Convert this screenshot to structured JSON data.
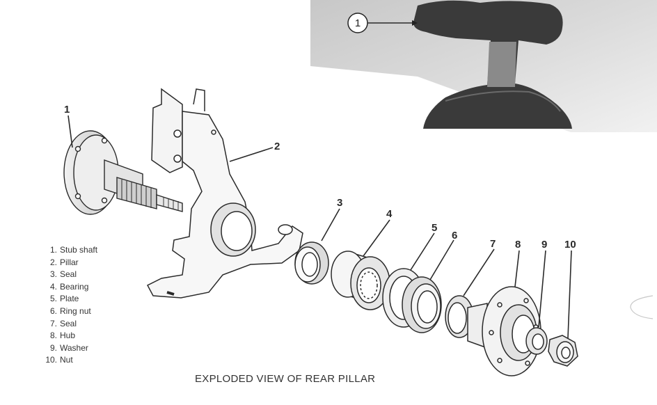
{
  "inset": {
    "callout": "1"
  },
  "callouts": [
    "1",
    "2",
    "3",
    "4",
    "5",
    "6",
    "7",
    "8",
    "9",
    "10"
  ],
  "legend": [
    {
      "num": "1.",
      "label": "Stub shaft"
    },
    {
      "num": "2.",
      "label": "Pillar"
    },
    {
      "num": "3.",
      "label": "Seal"
    },
    {
      "num": "4.",
      "label": "Bearing"
    },
    {
      "num": "5.",
      "label": "Plate"
    },
    {
      "num": "6.",
      "label": "Ring nut"
    },
    {
      "num": "7.",
      "label": "Seal"
    },
    {
      "num": "8.",
      "label": "Hub"
    },
    {
      "num": "9.",
      "label": "Washer"
    },
    {
      "num": "10.",
      "label": "Nut"
    }
  ],
  "caption": "EXPLODED VIEW OF REAR PILLAR",
  "colors": {
    "ink": "#2a2a2a",
    "photo_dark": "#3a3a3a",
    "photo_mid": "#8a8a8a"
  }
}
